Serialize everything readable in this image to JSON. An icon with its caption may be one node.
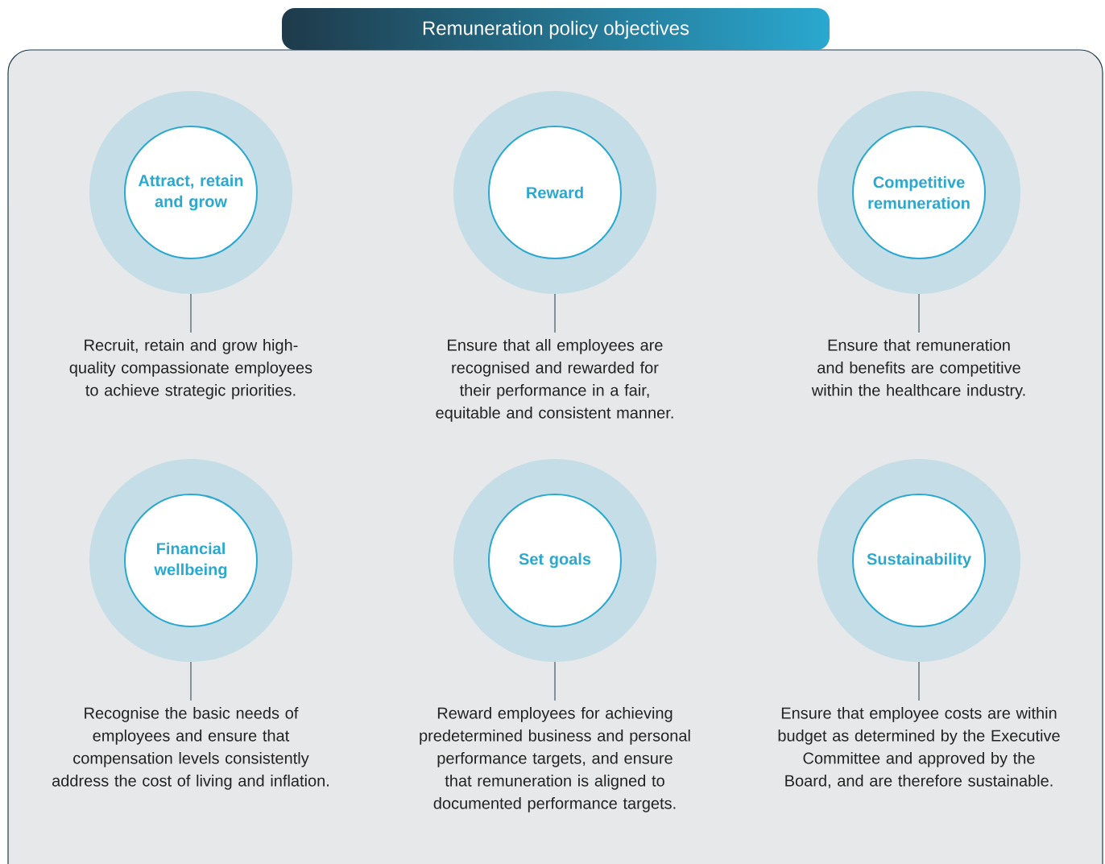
{
  "diagram": {
    "title": "Remuneration policy objectives",
    "nodes": [
      {
        "text": [
          "Attract, retain and grow"
        ]
      },
      {
        "text": [
          "Recruit, retain and grow high-quality compassionate employees to achieve strategic priorities."
        ]
      },
      {
        "text": [
          "Reward"
        ]
      },
      {
        "text": [
          "Ensure that all employees are recognised and rewarded for their performance in a fair, equitable and consistent manner."
        ]
      },
      {
        "text": [
          "Competitive remuneration"
        ]
      },
      {
        "text": [
          "Ensure that remuneration and benefits are competitive within the healthcare industry."
        ]
      },
      {
        "text": [
          "Financial wellbeing"
        ]
      },
      {
        "text": [
          "Recognise the basic needs of employees and ensure that compensation levels consistently address the cost of living and inflation."
        ]
      },
      {
        "text": [
          "Set goals"
        ]
      },
      {
        "text": [
          "Reward employees for achieving predetermined business and personal performance targets, and ensure that remuneration is aligned to documented performance targets."
        ]
      },
      {
        "text": [
          "Sustainability"
        ]
      },
      {
        "text": [
          "Ensure that employee costs are within budget as determined by the Executive Committee and approved by the Board, and are therefore sustainable."
        ]
      }
    ],
    "edges": [
      {
        "from": 0,
        "to": 1,
        "arrow": "none"
      },
      {
        "from": 2,
        "to": 3,
        "arrow": "none"
      },
      {
        "from": 4,
        "to": 5,
        "arrow": "none"
      },
      {
        "from": 6,
        "to": 7,
        "arrow": "none"
      },
      {
        "from": 8,
        "to": 9,
        "arrow": "none"
      },
      {
        "from": 10,
        "to": 11,
        "arrow": "none"
      }
    ]
  }
}
